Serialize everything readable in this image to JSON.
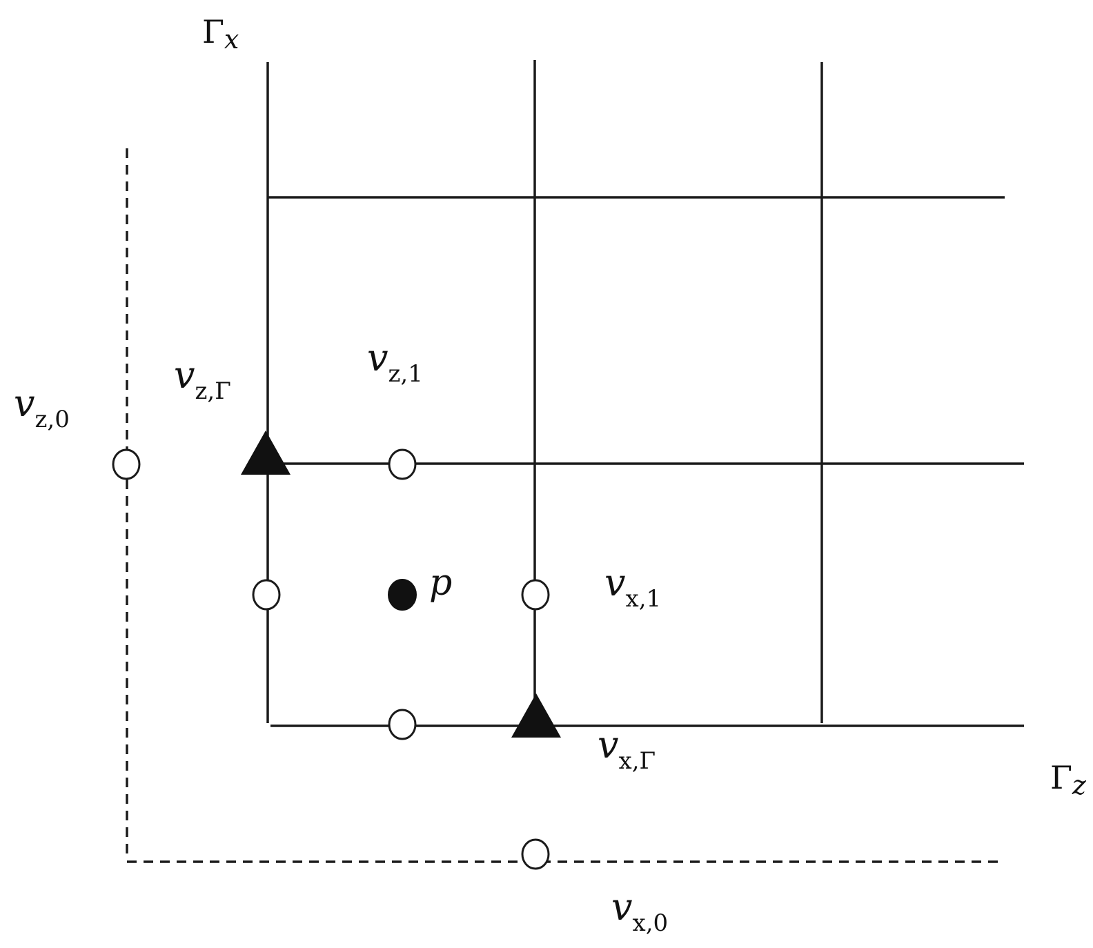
{
  "labels": {
    "gamma_x": {
      "main": "Γ",
      "sub": "x"
    },
    "gamma_z": {
      "main": "Γ",
      "sub": "z"
    },
    "v_z1": {
      "main": "v",
      "sub": "z,1"
    },
    "v_zG": {
      "main": "v",
      "sub": "z,Γ"
    },
    "v_z0": {
      "main": "v",
      "sub": "z,0"
    },
    "p": {
      "main": "p"
    },
    "v_x1": {
      "main": "v",
      "sub": "x,1"
    },
    "v_xG": {
      "main": "v",
      "sub": "x,Γ"
    },
    "v_x0": {
      "main": "v",
      "sub": "x,0"
    }
  }
}
